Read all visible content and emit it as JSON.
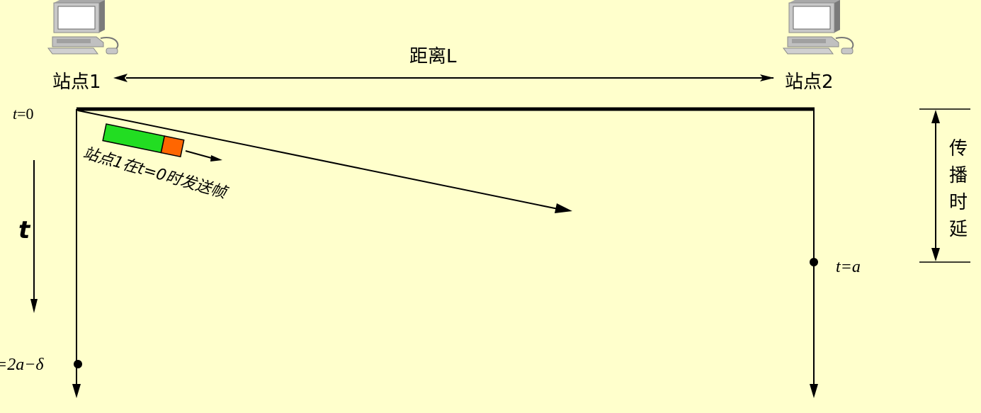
{
  "station1": {
    "label": "站点1"
  },
  "station2": {
    "label": "站点2"
  },
  "distance": {
    "label": "距离L"
  },
  "time_axis": {
    "label": "t"
  },
  "t0_label": {
    "var": "t",
    "rest": "=0"
  },
  "ta_label": {
    "text": "t=a"
  },
  "t2a_label": {
    "text": "=2a−δ"
  },
  "frame": {
    "caption": "站点1在t=0时发送帧",
    "data_color": "#22dd22",
    "tail_color": "#ff6600"
  },
  "propagation_delay": {
    "chars": [
      "传",
      "播",
      "时",
      "延"
    ]
  },
  "icons": [
    "computer-icon",
    "computer-icon"
  ],
  "colors": {
    "background": "#ffffcc",
    "line": "#000000"
  }
}
